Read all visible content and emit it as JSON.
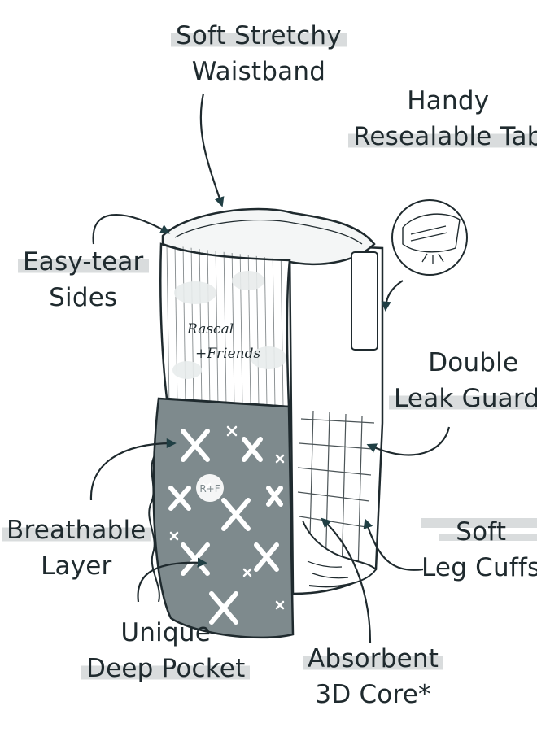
{
  "colors": {
    "ink": "#1f2a2e",
    "arrow_head": "#203f44",
    "highlight": "#d9dcdd",
    "pattern": "#7e8a8d",
    "light_fill": "#eef1f1"
  },
  "brand": {
    "line1": "Rascal",
    "line2": "+Friends",
    "badge": "R+F"
  },
  "callouts": {
    "waistband": {
      "line1": "Soft Stretchy",
      "line2": "Waistband",
      "icon": "arrow-down-icon"
    },
    "tab": {
      "line1": "Handy",
      "line2": "Resealable Tab",
      "icon": "resealable-tab-icon"
    },
    "sides": {
      "line1": "Easy-tear",
      "line2": "Sides",
      "icon": "arrow-right-icon"
    },
    "leak_guards": {
      "line1": "Double",
      "line2": "Leak Guards",
      "icon": "arrow-left-icon"
    },
    "breathable": {
      "line1": "Breathable",
      "line2": "Layer",
      "icon": "arrow-up-right-icon"
    },
    "cuffs": {
      "line1": "Soft",
      "line2": "Leg Cuffs",
      "icon": "arrow-up-left-icon"
    },
    "pocket": {
      "line1": "Unique",
      "line2": "Deep Pocket",
      "icon": "arrow-up-right-icon"
    },
    "core": {
      "line1": "Absorbent",
      "line2": "3D Core*",
      "icon": "arrow-up-icon"
    }
  }
}
